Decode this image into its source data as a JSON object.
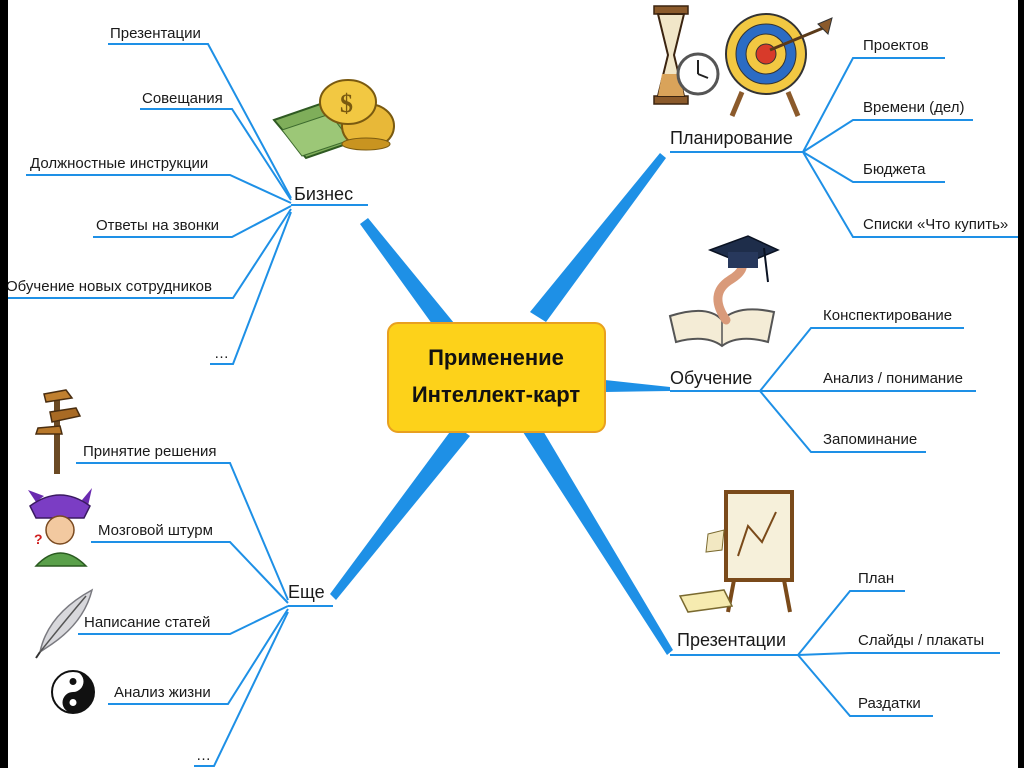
{
  "center": {
    "line1": "Применение",
    "line2": "Интеллект-карт"
  },
  "branches": {
    "business": {
      "label": "Бизнес",
      "items": [
        "Презентации",
        "Совещания",
        "Должностные инструкции",
        "Ответы на звонки",
        "Обучение новых сотрудников",
        "…"
      ]
    },
    "planning": {
      "label": "Планирование",
      "items": [
        "Проектов",
        "Времени (дел)",
        "Бюджета",
        "Списки «Что купить»"
      ]
    },
    "learning": {
      "label": "Обучение",
      "items": [
        "Конспектирование",
        "Анализ / понимание",
        "Запоминание"
      ]
    },
    "presentations": {
      "label": "Презентации",
      "items": [
        "План",
        "Слайды / плакаты",
        "Раздатки"
      ]
    },
    "more": {
      "label": "Еще",
      "items": [
        "Принятие решения",
        "Мозговой штурм",
        "Написание статей",
        "Анализ жизни",
        "…"
      ]
    }
  },
  "icons": [
    "coins-money-icon",
    "hourglass-clock-icon",
    "target-arrow-icon",
    "graduation-cap-book-icon",
    "flipchart-easel-icon",
    "signpost-icon",
    "brainstorm-person-icon",
    "feather-quill-icon",
    "yin-yang-icon"
  ],
  "colors": {
    "line": "#1e90e6",
    "center_fill": "#fdd21a",
    "center_border": "#e8a020"
  }
}
